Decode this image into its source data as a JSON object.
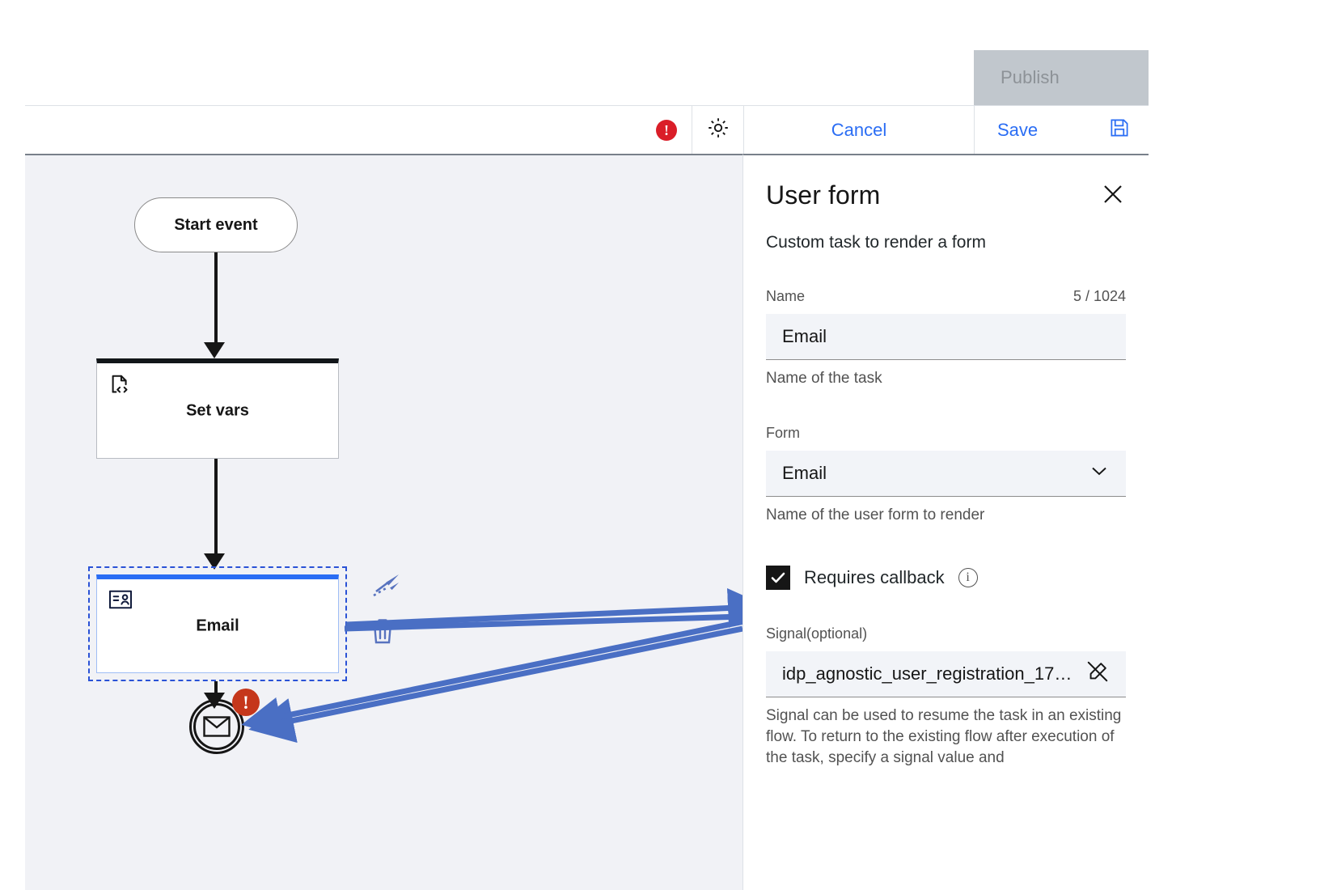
{
  "topbar": {
    "publish_label": "Publish",
    "error_icon": "error-exclamation-icon",
    "error_glyph": "!",
    "gear_icon": "gear-icon",
    "cancel_label": "Cancel",
    "save_label": "Save",
    "save_icon": "floppy-disk-save-icon",
    "accent_blue": "#2a6df4",
    "publish_bg": "#c1c7cd",
    "error_red": "#da1e28"
  },
  "canvas": {
    "background": "#f1f2f6",
    "nodes": [
      {
        "id": "start",
        "label": "Start event",
        "icon": "none",
        "shape": "rounded-pill"
      },
      {
        "id": "set-vars",
        "label": "Set vars",
        "icon": "script-code-document-icon",
        "shape": "task-box"
      },
      {
        "id": "email",
        "label": "Email",
        "icon": "user-form-id-card-icon",
        "shape": "task-box",
        "selected": true
      }
    ],
    "end_event": {
      "icon": "envelope-message-icon",
      "badge_icon": "error-exclamation-icon",
      "badge_glyph": "!",
      "badge_color": "#c5371b"
    },
    "selected_node_tools": [
      {
        "name": "connect-arrow-icon"
      },
      {
        "name": "delete-trash-icon"
      }
    ],
    "selection_color": "#2a52d6",
    "annotation_arrow_color": "#4a6fc4"
  },
  "panel": {
    "title": "User form",
    "subtitle": "Custom task to render a form",
    "close_icon": "close-x-icon",
    "name_field": {
      "label": "Name",
      "counter": "5 / 1024",
      "value": "Email",
      "help": "Name of the task"
    },
    "form_field": {
      "label": "Form",
      "value": "Email",
      "chevron_icon": "chevron-down-icon",
      "help": "Name of the user form to render"
    },
    "callback": {
      "label": "Requires callback",
      "checked": true,
      "check_glyph": "✔",
      "info_icon": "info-circle-icon",
      "info_glyph": "i"
    },
    "signal_field": {
      "label": "Signal(optional)",
      "value": "idp_agnostic_user_registration_17…",
      "action_icon": "edit-off-pen-strikethrough-icon",
      "help": "Signal can be used to resume the task in an existing flow. To return to the existing flow after execution of the task, specify a signal value and"
    }
  }
}
